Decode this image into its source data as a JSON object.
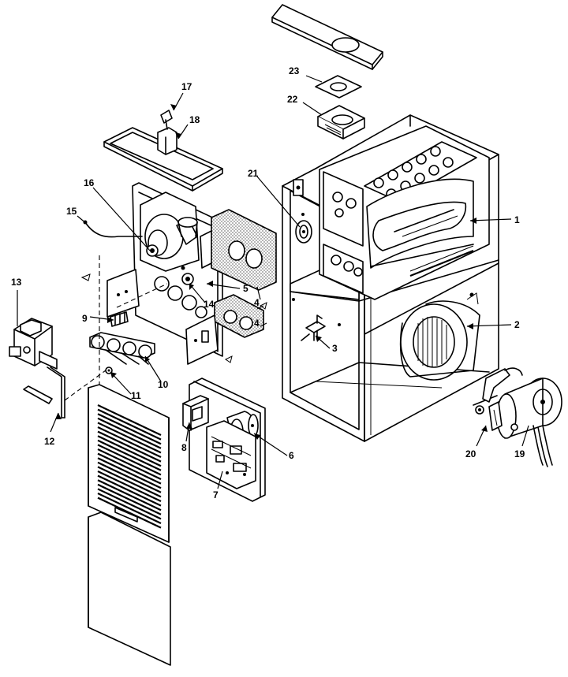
{
  "diagram": {
    "callouts": {
      "c1": "1",
      "c2": "2",
      "c3": "3",
      "c4a": "4",
      "c4b": "4",
      "c5": "5",
      "c6": "6",
      "c7": "7",
      "c8": "8",
      "c9": "9",
      "c10": "10",
      "c11": "11",
      "c12": "12",
      "c13": "13",
      "c14": "14",
      "c15": "15",
      "c16": "16",
      "c17": "17",
      "c18": "18",
      "c19": "19",
      "c20": "20",
      "c21": "21",
      "c22": "22",
      "c23": "23"
    }
  }
}
